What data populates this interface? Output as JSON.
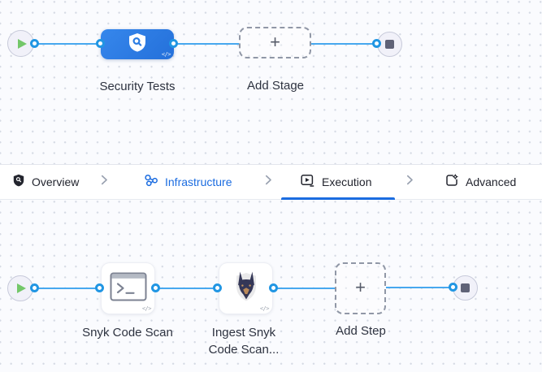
{
  "top_pipeline": {
    "start_icon": "play-icon",
    "end_icon": "stop-icon",
    "stage": {
      "label": "Security Tests",
      "icon": "security-shield-scan-icon",
      "code_badge": "</>"
    },
    "add_stage": {
      "label": "Add Stage",
      "plus_glyph": "+"
    }
  },
  "tabbar": {
    "separator_icon": "chevron-right-icon",
    "active_color": "#1b6ce0",
    "tabs": [
      {
        "label": "Overview",
        "icon": "shield-icon",
        "active": false
      },
      {
        "label": "Infrastructure",
        "icon": "infrastructure-nodes-icon",
        "active": false
      },
      {
        "label": "Execution",
        "icon": "execution-play-icon",
        "active": true
      },
      {
        "label": "Advanced",
        "icon": "advanced-settings-icon",
        "active": false
      }
    ]
  },
  "bottom_pipeline": {
    "start_icon": "play-icon",
    "end_icon": "stop-icon",
    "steps": [
      {
        "label": "Snyk Code Scan",
        "icon": "terminal-icon",
        "code_badge": "</>"
      },
      {
        "label": "Ingest Snyk Code Scan...",
        "icon": "snyk-logo-icon",
        "code_badge": "</>"
      }
    ],
    "add_step": {
      "label": "Add Step",
      "plus_glyph": "+"
    }
  },
  "colors": {
    "stage_blue": "#2c7be2",
    "connector_ring_blue": "#2196e3",
    "line_blue": "#47a8ef",
    "active_tab_blue": "#1b6ce0",
    "play_green": "#73c769",
    "canvas_bg": "#fafbfe"
  }
}
